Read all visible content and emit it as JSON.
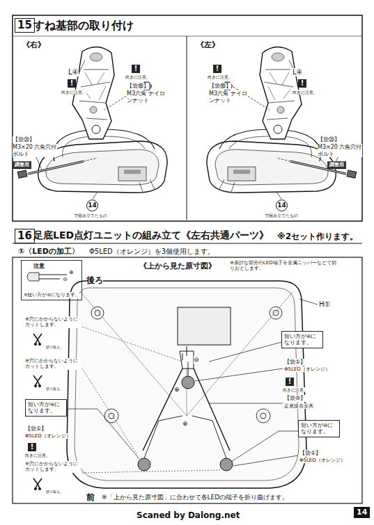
{
  "diagram": {
    "nodes": [
      {
        "text": [
          "15"
        ]
      },
      {
        "text": [
          "!"
        ]
      },
      {
        "text": [
          "!"
        ]
      },
      {
        "text": [
          "調整用"
        ]
      },
      {
        "text": [
          "14"
        ]
      },
      {
        "text": [
          "!"
        ]
      },
      {
        "text": [
          "!"
        ]
      },
      {
        "text": [
          "調整用"
        ]
      },
      {
        "text": [
          "14"
        ]
      },
      {
        "text": [
          "16"
        ]
      },
      {
        "text": [
          "注意",
          "※短い方が⊖になります。"
        ]
      },
      {
        "text": [
          "短い方が⊖になります。"
        ]
      },
      {
        "text": [
          "!"
        ]
      },
      {
        "text": [
          "短い方が⊖になります。"
        ]
      },
      {
        "text": [
          "!"
        ]
      },
      {
        "text": [
          "短い方が⊖になります。"
        ]
      },
      {
        "text": [
          "14"
        ]
      }
    ],
    "labels": [
      "すね基部の取り付け",
      "《右》",
      "L④",
      "向きに注意。",
      "向きに注意。",
      "【袋⑯】",
      "M3六角 ナイロンナット",
      "【袋⑳】",
      "M3×20 六角穴付ボルト",
      "で組み立てたもの",
      "《左》",
      "L④",
      "向きに注意。",
      "向きに注意。",
      "【袋⑯】",
      "M3六角 ナイロンナット",
      "【袋⑳】",
      "M3×20 六角穴付ボルト",
      "で組み立てたもの",
      "足底LED点灯ユニットの組み立て《左右共通パーツ》",
      "※2セット作ります。",
      "①〈LEDの加工〉",
      "Φ5LED（オレンジ）を3個使用します。",
      "⊕",
      "⊖",
      "後ろ",
      "《上から見た原寸図》",
      "※余計な部分のLED端子を金属ニッパーなどで切りおとします。",
      "H①",
      "※穴にかからないようにカットします。",
      "切り取る。",
      "※穴にかからないようにカットします。",
      "切り取る。",
      "【袋①】",
      "Φ5LED（オレンジ）",
      "向きに注意。",
      "※穴にかからないようにカットします。",
      "切り取る。",
      "【袋①】",
      "Φ5LED（オレンジ）",
      "向きに注意。",
      "【袋⑩】",
      "足底接点金具",
      "【袋①】",
      "Φ5LED（オレンジ）",
      "⊖",
      "⊕",
      "⊕",
      "前",
      "※「上から見た原寸図」に合わせて各LEDの端子を折り曲げます。",
      "Scaned by Dalong.net"
    ]
  }
}
